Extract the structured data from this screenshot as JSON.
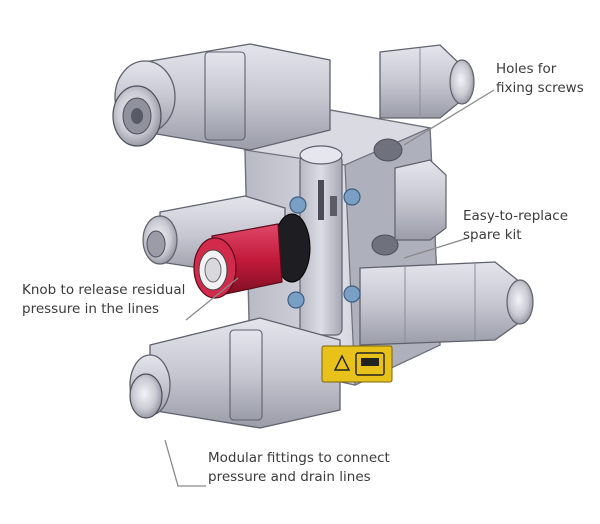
{
  "callouts": {
    "holes": {
      "line1": "Holes for",
      "line2": "fixing screws"
    },
    "spare": {
      "line1": "Easy-to-replace",
      "line2": "spare kit"
    },
    "knob": {
      "line1": "Knob to release residual",
      "line2": "pressure in the lines"
    },
    "modular": {
      "line1": "Modular fittings to connect",
      "line2": "pressure and drain lines"
    }
  },
  "colors": {
    "body": "#c9cad3",
    "body_dark": "#9c9ea9",
    "knob": "#c21a3a",
    "bolt": "#7a9fc4",
    "label_yellow": "#e8c11a",
    "leader": "#8a8a8a"
  }
}
